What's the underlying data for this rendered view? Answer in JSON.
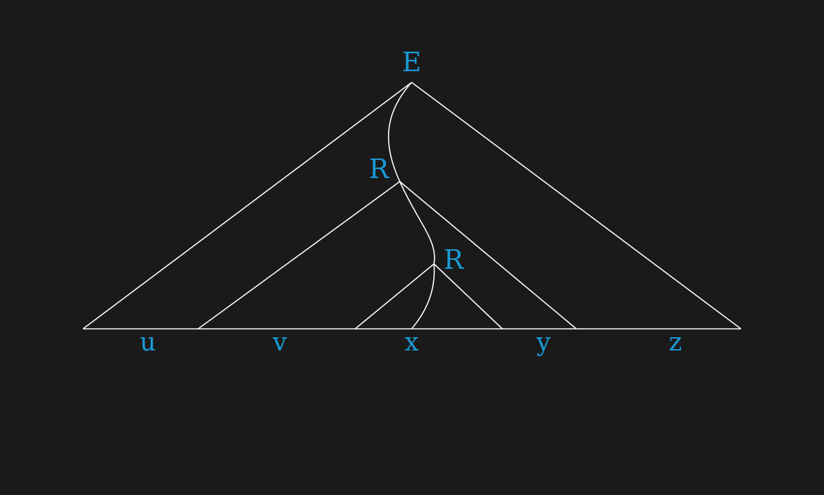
{
  "diagram": {
    "nodes": {
      "root": "E",
      "middle": "R",
      "inner": "R"
    },
    "segments": [
      "u",
      "v",
      "x",
      "y",
      "z"
    ],
    "colors": {
      "background": "#1a1a1a",
      "lines": "#ffffff",
      "labels": "#1a9ad6"
    }
  }
}
